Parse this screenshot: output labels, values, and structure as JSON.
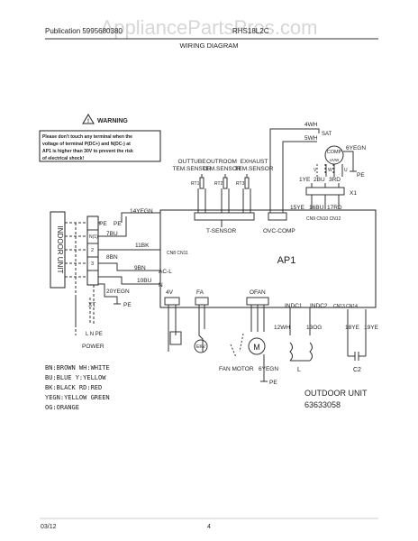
{
  "watermark": "AppliancePartsPros.com",
  "header_left": "Publication 5995680380",
  "header_right": "RHS18L2C",
  "title": "WIRING DIAGRAM",
  "warning": {
    "heading": "WARNING",
    "lines": [
      "Please don't touch any terminal when the",
      "voltage of terminal P(DC+) and N(DC-) at",
      "AP1 is higher than 30V to prevent the risk",
      "of electrical shock!"
    ]
  },
  "sensors": {
    "outtube": [
      "OUTTUBE",
      "TEM.SENSOR"
    ],
    "outroom": [
      "OUTROOM",
      "TEM.SENSOR"
    ],
    "exhaust": [
      "EXHAUST",
      "TEM.SENSOR"
    ],
    "rt1": "RT1",
    "rt2": "RT2",
    "rt3": "RT3",
    "t_sensor": "T-SENSOR",
    "ovc_comp": "OVC-COMP"
  },
  "board": {
    "label": "AP1",
    "inner_left": "CN8 CN11",
    "inner_right": "CN9 CN10 CN12",
    "inner_bottom": "CN13 CN14",
    "pins": {
      "v4": "4V",
      "fa": "FA",
      "ofan": "OFAN",
      "indc1": "INDC1",
      "indc2": "INDC2"
    },
    "acl": "AC-L",
    "n": "N"
  },
  "indoor_unit": "INDOOR UNIT",
  "terminal_numbers": [
    "N(1)",
    "2",
    "3"
  ],
  "wires": {
    "pe1": "PE",
    "pe2": "PE",
    "pe3": "PE",
    "pe4": "PE",
    "pe5": "PE",
    "yegn14": "14YEGN",
    "bu7": "7BU",
    "bk11": "11BK",
    "bn8": "8BN",
    "bn9": "9BN",
    "bu10": "10BU",
    "yegn20": "20YEGN",
    "wh12": "12WH",
    "og13": "13OG",
    "ye18": "18YE",
    "ye19": "19YE",
    "wh4": "4WH",
    "wh5": "5WH",
    "yegn6": "6YEGN",
    "ye1": "1YE",
    "bu2": "2BU",
    "rd3": "3RD",
    "ye15": "15YE",
    "bu16": "16BU",
    "rd17": "17RD"
  },
  "components": {
    "xt": "XT",
    "x1": "X1",
    "power": "POWER",
    "power_sub": "L N PE",
    "sat": "SAT",
    "comp": "COMP",
    "ekv": "EKV",
    "fan_motor": "FAN MOTOR",
    "motor_m": "M",
    "inductor": "L",
    "capacitor": "C2",
    "comp_terms": [
      "V",
      "W",
      "U"
    ],
    "comp_pins": [
      "UVW"
    ]
  },
  "legend": [
    "BN:BROWN   WH:WHITE",
    "BU:BLUE      Y:YELLOW",
    "BK:BLACK    RD:RED",
    "YEGN:YELLOW  GREEN",
    "OG:ORANGE"
  ],
  "outdoor_unit": "OUTDOOR UNIT",
  "part_number": "63633058",
  "footer_date": "03/12",
  "page_number": "4"
}
